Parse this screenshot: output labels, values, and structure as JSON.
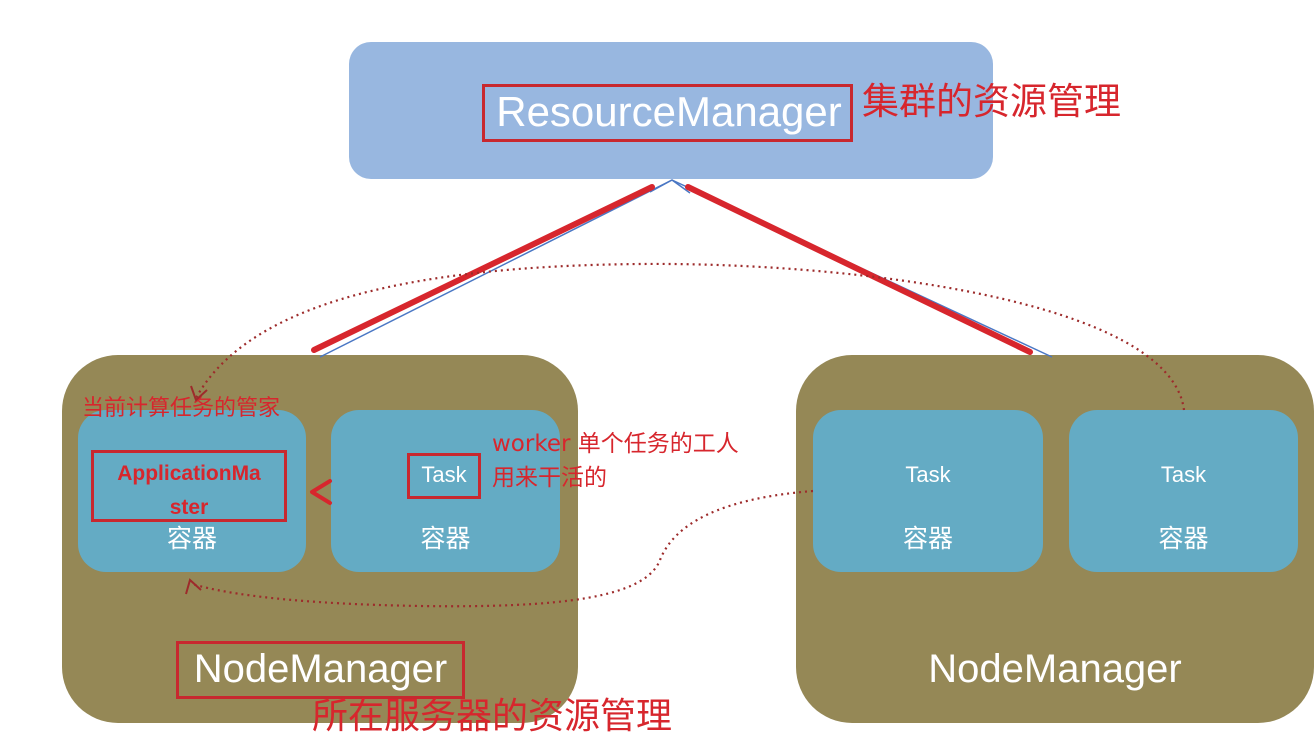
{
  "resource_manager": {
    "title": "ResourceManager",
    "note": "集群的资源管理"
  },
  "node_manager_left": {
    "title": "NodeManager",
    "note": "所在服务器的资源管理",
    "am_note": "当前计算任务的管家",
    "container_am": {
      "label_line1": "ApplicationMa",
      "label_line2": "ster",
      "caption": "容器"
    },
    "container_task": {
      "label": "Task",
      "caption": "容器",
      "note_line1": "worker 单个任务的工人",
      "note_line2": "用来干活的"
    }
  },
  "node_manager_right": {
    "title": "NodeManager",
    "containers": [
      {
        "label": "Task",
        "caption": "容器"
      },
      {
        "label": "Task",
        "caption": "容器"
      }
    ]
  },
  "colors": {
    "rm_fill": "#98b7e0",
    "nm_fill": "#958856",
    "container_fill": "#64abc4",
    "annotation_red": "#d7262d",
    "arrow_blue": "#4a77c4"
  }
}
